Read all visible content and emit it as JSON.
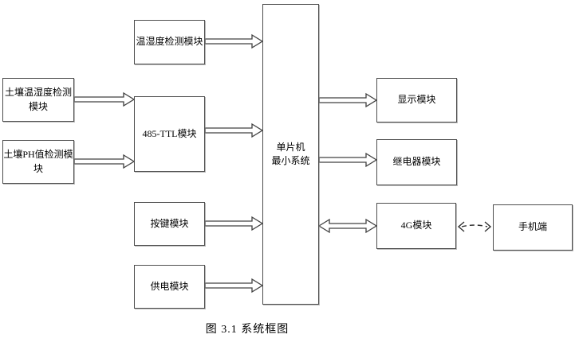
{
  "diagram": {
    "caption": "图 3.1 系统框图",
    "boxes": {
      "temp_humidity": {
        "label": "温湿度检测模块"
      },
      "soil_temp_humidity": {
        "label": "土壤温湿度检测\n模块"
      },
      "soil_ph": {
        "label": "土壤PH值检测模\n块"
      },
      "rs485_ttl": {
        "label": "485-TTL模块"
      },
      "mcu": {
        "label": "单片机\n最小系统"
      },
      "display": {
        "label": "显示模块"
      },
      "relay": {
        "label": "继电器模块"
      },
      "keypad": {
        "label": "按键模块"
      },
      "power": {
        "label": "供电模块"
      },
      "module_4g": {
        "label": "4G模块"
      },
      "phone": {
        "label": "手机端"
      }
    },
    "connections": [
      {
        "from": "温湿度检测模块",
        "to": "单片机最小系统",
        "type": "arrow"
      },
      {
        "from": "土壤温湿度检测模块",
        "to": "485-TTL模块",
        "type": "arrow"
      },
      {
        "from": "土壤PH值检测模块",
        "to": "485-TTL模块",
        "type": "arrow"
      },
      {
        "from": "485-TTL模块",
        "to": "单片机最小系统",
        "type": "arrow"
      },
      {
        "from": "单片机最小系统",
        "to": "显示模块",
        "type": "arrow"
      },
      {
        "from": "单片机最小系统",
        "to": "继电器模块",
        "type": "arrow"
      },
      {
        "from": "按键模块",
        "to": "单片机最小系统",
        "type": "arrow"
      },
      {
        "from": "供电模块",
        "to": "单片机最小系统",
        "type": "arrow"
      },
      {
        "from": "单片机最小系统",
        "to": "4G模块",
        "type": "double-arrow"
      },
      {
        "from": "4G模块",
        "to": "手机端",
        "type": "dashed-double-arrow"
      }
    ],
    "colors": {
      "line": "#404040",
      "box_border": "#4f4f4f",
      "text": "#000000",
      "background": "#ffffff"
    }
  }
}
